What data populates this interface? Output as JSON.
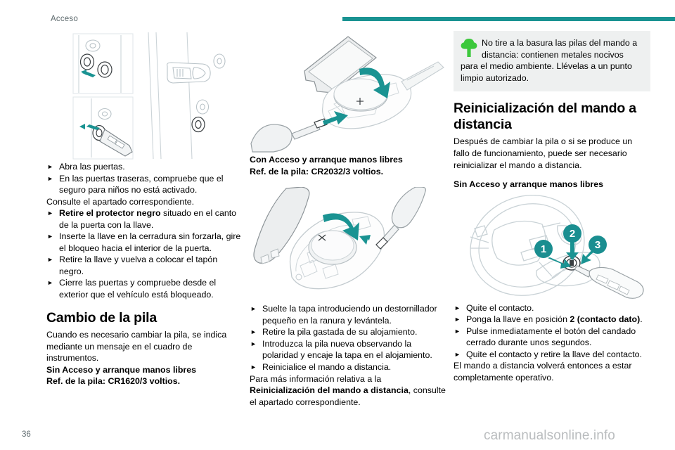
{
  "header": {
    "chapter": "Acceso",
    "rule_color": "#1a9392"
  },
  "footer": {
    "page_number": "36",
    "watermark": "carmanualsonline.info"
  },
  "colors": {
    "teal": "#1a9392",
    "line_art": "#c9d2d6",
    "notice_bg": "#eef0f0",
    "eco_green": "#3cc83c",
    "muted_text": "#5e6a6e"
  },
  "left_column": {
    "figure": {
      "name": "door-lock-protector-removal-diagram",
      "caption": ""
    },
    "bullets": [
      {
        "text": "Abra las puertas."
      },
      {
        "text": "En las puertas traseras, compruebe que el seguro para niños no está activado."
      }
    ],
    "paragraph_1": "Consulte el apartado correspondiente.",
    "bullets_2": [
      {
        "bold": "Retire el protector negro",
        "text": " situado en el canto de la puerta con la llave."
      },
      {
        "bold": "",
        "text": "Inserte la llave en la cerradura sin forzarla, gire el bloqueo hacia el interior de la puerta."
      },
      {
        "bold": "",
        "text": "Retire la llave y vuelva a colocar el tapón negro."
      },
      {
        "bold": "",
        "text": "Cierre las puertas y compruebe desde el exterior que el vehículo está bloqueado."
      }
    ],
    "heading": "Cambio de la pila",
    "paragraph_2": "Cuando es necesario cambiar la pila, se indica mediante un mensaje en el cuadro de instrumentos.",
    "subheading_1": "Sin Acceso y arranque manos libres",
    "subheading_2": "Ref. de la pila: CR1620/3 voltios."
  },
  "middle_column": {
    "figure_1": {
      "name": "key-fob-battery-cover-screwdriver-diagram"
    },
    "subheading_1": "Con Acceso y arranque manos libres",
    "subheading_2": "Ref. de la pila: CR2032/3 voltios.",
    "figure_2": {
      "name": "remote-key-battery-replacement-diagram"
    },
    "bullets": [
      {
        "text": "Suelte la tapa introduciendo un destornillador pequeño en la ranura y levántela."
      },
      {
        "text": "Retire la pila gastada de su alojamiento."
      },
      {
        "text": "Introduzca la pila nueva observando la polaridad y encaje la tapa en el alojamiento."
      },
      {
        "text": "Reinicialice el mando a distancia."
      }
    ],
    "paragraph_lead": "Para más información relativa a la ",
    "paragraph_bold": "Reinicialización del mando a distancia",
    "paragraph_tail": ", consulte el apartado correspondiente."
  },
  "right_column": {
    "notice": {
      "icon": "eco-tree-icon",
      "text": "No tire a la basura las pilas del mando a distancia: contienen metales nocivos para el medio ambiente. Llévelas a un punto limpio autorizado."
    },
    "heading": "Reinicialización del mando a distancia",
    "paragraph_1": "Después de cambiar la pila o si se produce un fallo de funcionamiento, puede ser necesario reinicializar el mando a distancia.",
    "subheading": "Sin Acceso y arranque manos libres",
    "figure": {
      "name": "steering-wheel-ignition-key-positions-diagram",
      "callouts": [
        "1",
        "2",
        "3"
      ]
    },
    "bullets": [
      {
        "pre": "Quite el contacto.",
        "bold": "",
        "post": ""
      },
      {
        "pre": "Ponga la llave en posición ",
        "bold": "2 (contacto dato)",
        "post": "."
      },
      {
        "pre": "Pulse inmediatamente el botón del candado cerrado durante unos segundos.",
        "bold": "",
        "post": ""
      },
      {
        "pre": "Quite el contacto y retire la llave del contacto.",
        "bold": "",
        "post": ""
      }
    ],
    "paragraph_2": "El mando a distancia volverá entonces a estar completamente operativo."
  }
}
